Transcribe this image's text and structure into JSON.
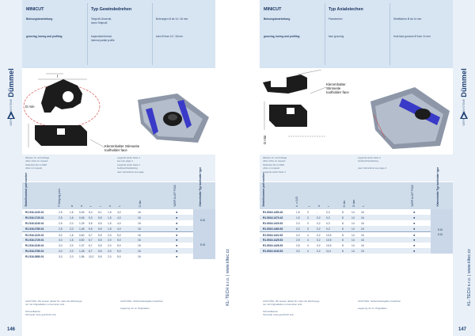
{
  "brand": {
    "name": "Dümmel",
    "sub": "WERKZEUGSYSTEME"
  },
  "left": {
    "page_number": "146",
    "side_text": "",
    "header": {
      "col1_title": "MINICUT",
      "col1_lines": [
        "Bohrungsbearbeitung",
        "",
        "grooving, boring and profiling"
      ],
      "col2_title": "Typ Gewindedrehen",
      "col2_lines": [
        "Teilprofil-Gewinde,",
        "innen Teilprofil",
        "",
        "trapezoidal thread,",
        "internal partial profile"
      ],
      "col3_lines": [
        "Bohrungen Ø ab 14 / 16 mm",
        "",
        "bore Ø from 14 / 16 mm"
      ]
    },
    "drawing": {
      "label_dmin": "D min",
      "label_f": "f",
      "label_clamp1": "Klemmhalter Stirnseite",
      "label_clamp2": "toolholder face"
    },
    "notes": {
      "col1": [
        "Weitere Gr. auf Anfrage",
        "other sizes on request",
        "",
        "Stufenlos bis zu Maß",
        "other on request"
      ],
      "col2": [
        "Legende siehe Seite 4",
        "key see page 4"
      ],
      "col3": [
        "Legende siehe Seite 4",
        "Gebrauchsanleitung",
        "",
        "user instructions see page"
      ]
    },
    "table": {
      "headers": [
        "Bestellnummer part number",
        "P Steigung pitch",
        "ø",
        "a",
        "f",
        "r",
        "b",
        "L",
        "D min",
        "W25P AL45T P10C",
        "Klemmhalter Typ toolholder type"
      ],
      "rows": [
        [
          "R1.516.1220.01",
          "2,5",
          "1,6",
          "0,45",
          "5,3",
          "5,1",
          "1,5",
          "4,0",
          "16",
          "●"
        ],
        [
          "R1.516.1720.01",
          "2,5",
          "1,6",
          "0,46",
          "5,3",
          "5,5",
          "1,5",
          "4,0",
          "16",
          "●"
        ],
        [
          "R1.516.2240.01",
          "2,5",
          "2,0",
          "1,25",
          "5,5",
          "5,5",
          "1,5",
          "4,0",
          "16",
          "●"
        ],
        [
          "R1.516.2780.01",
          "2,5",
          "2,0",
          "1,48",
          "5,5",
          "5,5",
          "1,5",
          "4,0",
          "16",
          "●"
        ],
        [
          "R1.516.1220.01",
          "3,0",
          "1,6",
          "0,60",
          "6,7",
          "5,5",
          "2,0",
          "5,0",
          "16",
          "●"
        ],
        [
          "R1.516.1720.01",
          "3,0",
          "1,6",
          "0,60",
          "6,7",
          "5,5",
          "2,0",
          "5,0",
          "16",
          "●"
        ],
        [
          "R1.516.2240.01",
          "3,0",
          "2,0",
          "1,37",
          "6,7",
          "5,5",
          "2,0",
          "5,0",
          "16",
          "●"
        ],
        [
          "R1.516.2780.01",
          "3,0",
          "2,0",
          "1,48",
          "6,7",
          "5,5",
          "2,0",
          "5,0",
          "16",
          "●"
        ],
        [
          "R1.516.2880.01",
          "3,0",
          "2,0",
          "1,56",
          "10,2",
          "5,5",
          "2,0",
          "5,0",
          "16",
          "●"
        ]
      ],
      "holder_1": "8.16",
      "holder_2": "8.16"
    },
    "footer": {
      "col1": [
        "ACHTUNG: Wir weisen darauf hin, dass die Werkzeuge",
        "nur mit Originalteilen zu benutzen sind.",
        "",
        "Schneidkanten",
        "Schneide muss geschützt sein"
      ],
      "col2": [
        "ACHTUNG: Sicherheitsangaben beachten",
        "",
        "Lagerung nur im Originaletui"
      ]
    }
  },
  "right": {
    "page_number": "147",
    "side_text": "KL-TECH s.r.o. | www.kltec.cz",
    "header": {
      "col1_title": "MINICUT",
      "col1_lines": [
        "Bohrungsbearbeitung",
        "",
        "grooving, boring and profiling"
      ],
      "col2_title": "Typ Axialstechen",
      "col2_lines": [
        "Planstechen",
        "",
        "face grooving"
      ],
      "col3_lines": [
        "Stirnflächen Ø ab 14 mm",
        "",
        "front face grooves Ø from 14 mm"
      ]
    },
    "drawing": {
      "label_dmin": "D min",
      "label_clamp1": "Klemmhalter",
      "label_clamp2": "Stirnseite",
      "label_clamp3": "toolholder face"
    },
    "notes": {
      "col1": [
        "Weitere Gr. auf Anfrage",
        "other sizes on request",
        "",
        "Stufenlos bis zu Maß",
        "other on request",
        "Legende siehe Seite 4"
      ],
      "col2": [
        "Legende siehe Seite 4",
        "Gebrauchsanleitung",
        "",
        "user instructions see page 4"
      ]
    },
    "table": {
      "headers": [
        "Bestellnummer part number",
        "b ±0,05",
        "f",
        "a",
        "r",
        "D min",
        "D max",
        "L",
        "W25P AL45T P10C",
        "Klemmhalter Typ toolholder type"
      ],
      "rows": [
        [
          "R1.5016.1450.40",
          "1,5",
          "3",
          "-",
          "0,3",
          "8",
          "14",
          "16"
        ],
        [
          "R1.5016.1470.42",
          "1,5",
          "3",
          "0,2",
          "0,3",
          "8",
          "14",
          "16"
        ],
        [
          "R1.5016.1420.52",
          "2,0",
          "3",
          "0,2",
          "0,3",
          "8",
          "14",
          "16"
        ],
        [
          "R1.5016.1480.52",
          "2,0",
          "3",
          "0,2",
          "0,3",
          "8",
          "14",
          "16"
        ],
        [
          "R1.5016.1422.52",
          "2,0",
          "4",
          "0,2",
          "10,5",
          "8",
          "14",
          "16"
        ],
        [
          "R1.5016.1425.52",
          "2,5",
          "4",
          "0,2",
          "10,5",
          "8",
          "14",
          "16"
        ],
        [
          "R1.5016.1426.52",
          "2,5",
          "4",
          "0,2",
          "10,5",
          "8",
          "14",
          "16"
        ],
        [
          "R1.5016.1040.52",
          "3,0",
          "4",
          "0,2",
          "11,0",
          "8",
          "14",
          "16"
        ]
      ],
      "holder_1": "8.16",
      "holder_2": "8.16"
    },
    "footer": {
      "col1": [
        "ACHTUNG: Wir weisen darauf hin, dass die Werkzeuge",
        "nur mit Originalteilen zu benutzen sind.",
        "",
        "Schneidkanten",
        "Schneide muss geschützt sein"
      ],
      "col2": [
        "ACHTUNG: Sicherheitsangaben beachten",
        "",
        "Lagerung nur im Originaletui"
      ]
    }
  },
  "colors": {
    "accent": "#1d3f73",
    "header_bg": "#d7e4f2",
    "row_alt": "#e3ebf4",
    "insert_purple": "#3a3ac8"
  }
}
